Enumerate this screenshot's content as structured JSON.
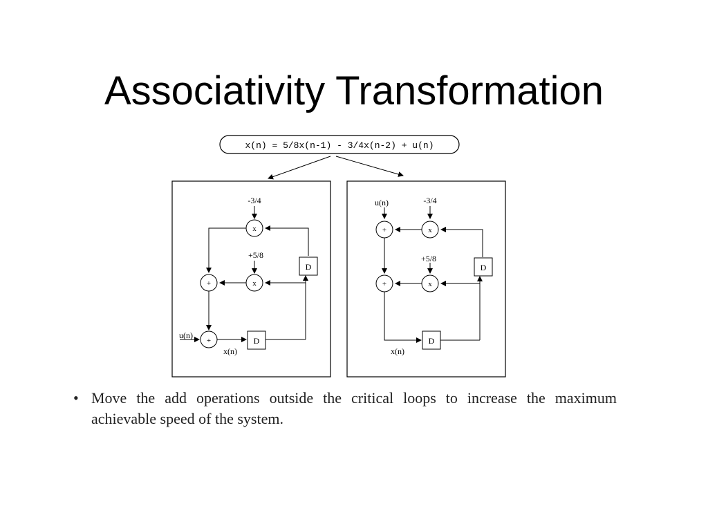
{
  "slide": {
    "title": "Associativity Transformation",
    "bullet_symbol": "•",
    "bullet_text": "Move the add operations outside the critical loops to increase the maximum achievable speed of the system."
  },
  "diagram": {
    "equation": "x(n) = 5/8x(n-1) - 3/4x(n-2) + u(n)",
    "left": {
      "coef_top": "-3/4",
      "coef_mid": "+5/8",
      "input": "u(n)",
      "output": "x(n)",
      "delay_label": "D",
      "add_symbol": "+",
      "mul_symbol": "x"
    },
    "right": {
      "coef_top": "-3/4",
      "coef_mid": "+5/8",
      "input": "u(n)",
      "output": "x(n)",
      "delay_label": "D",
      "add_symbol": "+",
      "mul_symbol": "x"
    }
  }
}
